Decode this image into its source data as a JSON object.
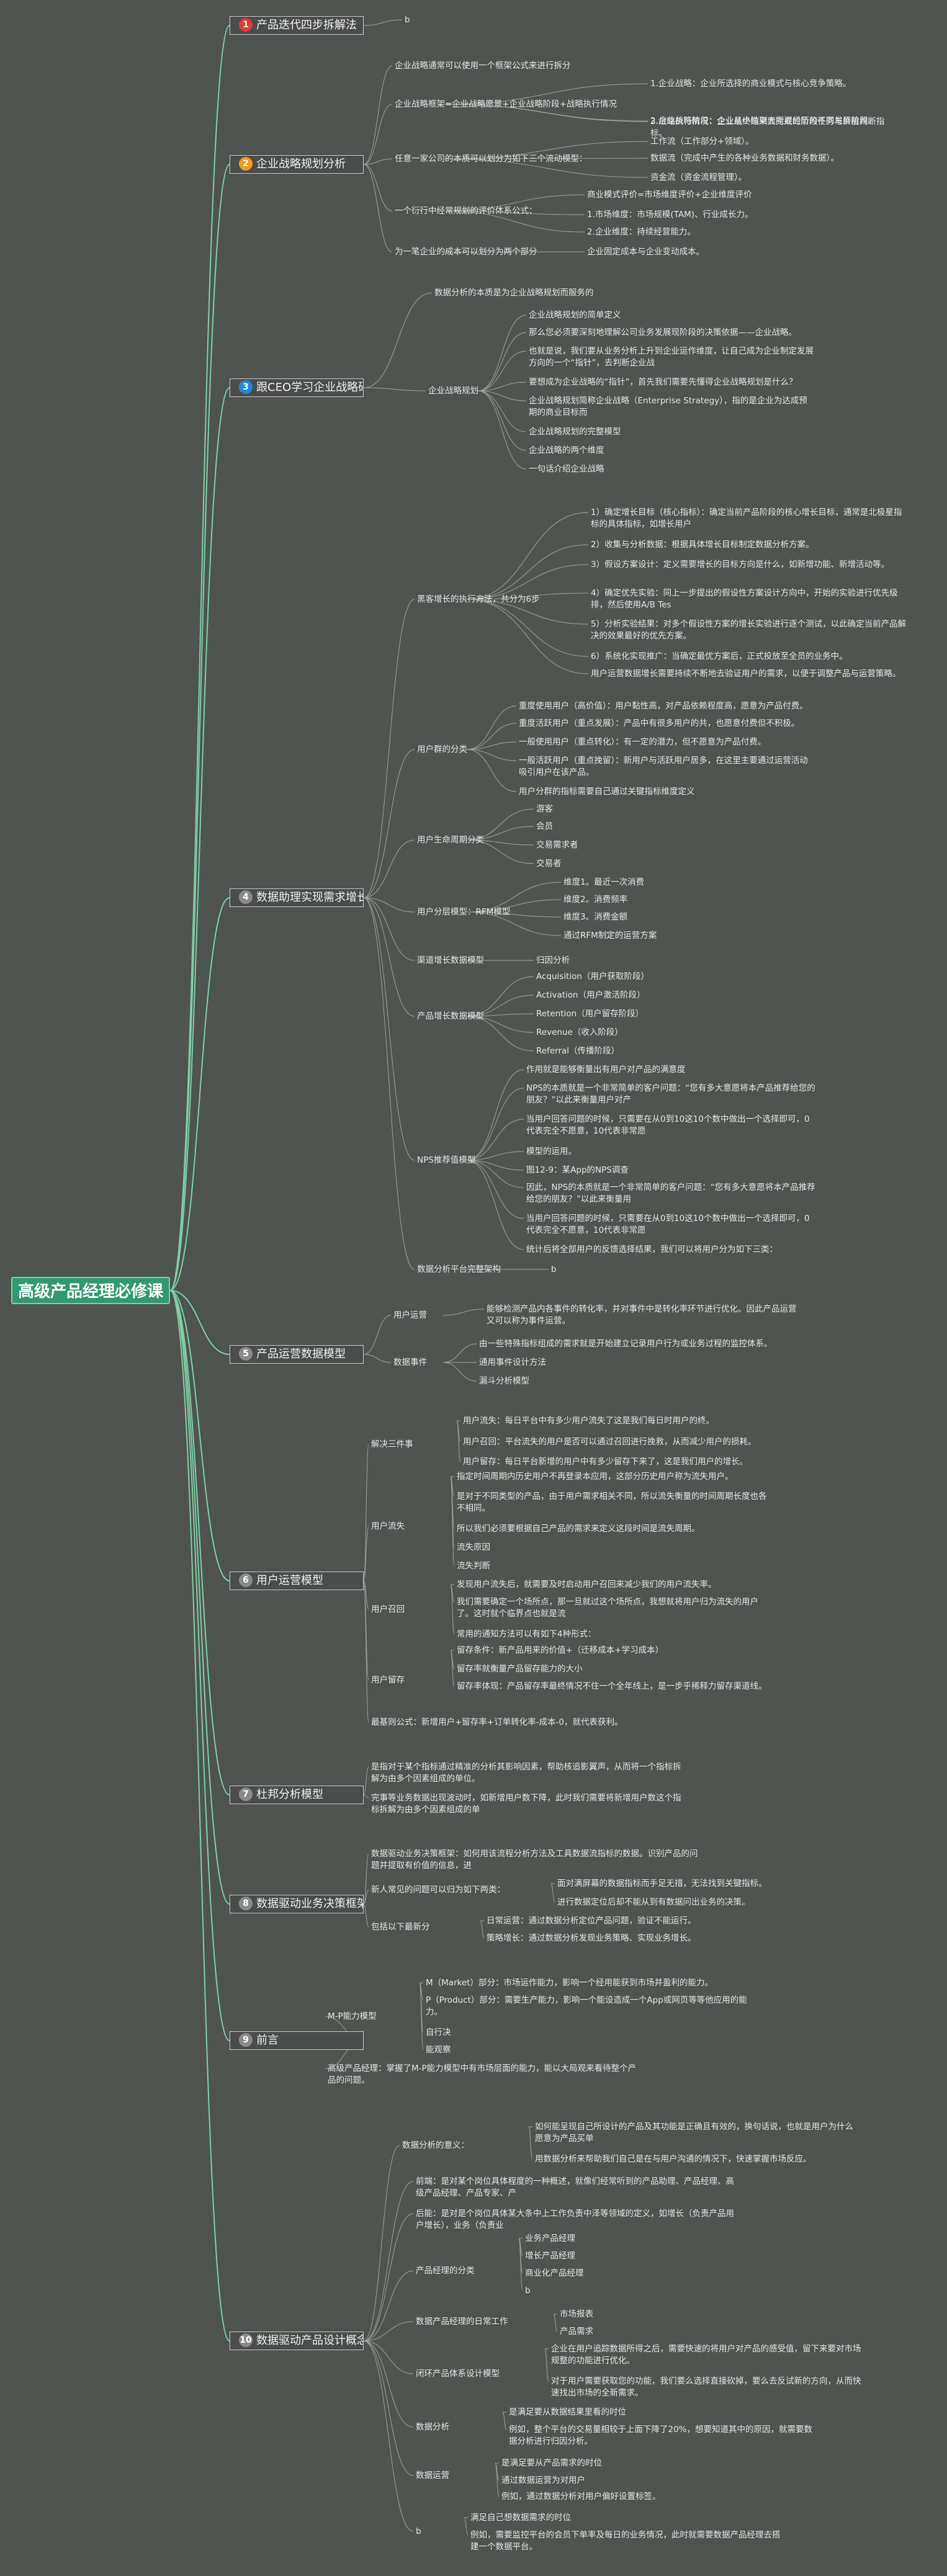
{
  "root": "高级产品经理必修课",
  "branches": [
    {
      "num": "1",
      "label": "产品迭代四步拆解法",
      "color": "#e53935"
    },
    {
      "num": "2",
      "label": "企业战略规划分析",
      "color": "#f39c12"
    },
    {
      "num": "3",
      "label": "跟CEO学习企业战略研判",
      "color": "#1e88e5"
    },
    {
      "num": "4",
      "label": "数据助理实现需求增长",
      "color": "#8a8a8a"
    },
    {
      "num": "5",
      "label": "产品运营数据模型",
      "color": "#8a8a8a"
    },
    {
      "num": "6",
      "label": "用户运营模型",
      "color": "#8a8a8a"
    },
    {
      "num": "7",
      "label": "杜邦分析模型",
      "color": "#8a8a8a"
    },
    {
      "num": "8",
      "label": "数据驱动业务决策框架",
      "color": "#8a8a8a"
    },
    {
      "num": "9",
      "label": "前言",
      "color": "#8a8a8a"
    },
    {
      "num": "10",
      "label": "数据驱动产品设计概念",
      "color": "#8a8a8a"
    }
  ],
  "nodes": [
    {
      "t": "b"
    },
    {
      "t": "企业战略通常可以使用一个框架公式来进行拆分"
    },
    {
      "t": "企业战略框架=企业战略愿景+企业战略阶段+战略执行情况"
    },
    {
      "t": "1.企业战略：企业所选择的商业模式与核心竞争策略。"
    },
    {
      "t": "2.企业战略阶段：企业从小微到大所要经历的不同发展阶段。"
    },
    {
      "t": "3.战略执行情况：企业最终结果要完成的阶段任务与价值判断指标。"
    },
    {
      "t": "任意一家公司的本质可以划分为如下三个流动模型："
    },
    {
      "t": "工作流（工作部分+领域）。"
    },
    {
      "t": "数据流（完成中产生的各种业务数据和财务数据）。"
    },
    {
      "t": "资金流（资金流程管理）。"
    },
    {
      "t": "一个衍行中经常规划的评价体系公式："
    },
    {
      "t": "商业模式评价=市场维度评价+企业维度评价"
    },
    {
      "t": "1.市场维度：市场规模(TAM)、行业成长力。"
    },
    {
      "t": "2.企业维度：持续经营能力。"
    },
    {
      "t": "为一笔企业的成本可以划分为两个部分"
    },
    {
      "t": "企业固定成本与企业变动成本。"
    },
    {
      "t": "数据分析的本质是为企业战略规划而服务的"
    },
    {
      "t": "企业战略规划"
    },
    {
      "t": "企业战略规划的简单定义"
    },
    {
      "t": "那么您必须要深刻地理解公司业务发展现阶段的决策依据——企业战略。"
    },
    {
      "t": "也就是说，我们要从业务分析上升到企业运作维度，让自己成为企业制定发展方向的一个“指针”，去判断企业战"
    },
    {
      "t": "要想成为企业战略的“指针”，首先我们需要先懂得企业战略规划是什么？"
    },
    {
      "t": "企业战略规划简称企业战略（Enterprise Strategy），指的是企业为达成预期的商业目标而"
    },
    {
      "t": "企业战略规划的完整模型"
    },
    {
      "t": "企业战略的两个维度"
    },
    {
      "t": "一句话介绍企业战略"
    },
    {
      "t": "黑客增长的执行方法，共分为6步"
    },
    {
      "t": "1）确定增长目标（核心指标）：确定当前产品阶段的核心增长目标，通常是北极星指标的具体指标，如增长用户"
    },
    {
      "t": "2）收集与分析数据：根据具体增长目标制定数据分析方案。"
    },
    {
      "t": "3）假设方案设计：定义需要增长的目标方向是什么，如新增功能、新增活动等。"
    },
    {
      "t": "4）确定优先实验：同上一步提出的假设性方案设计方向中，开始的实验进行优先级排，然后使用A/B Tes"
    },
    {
      "t": "5）分析实验结果：对多个假设性方案的增长实验进行逐个测试，以此确定当前产品解决的效果最好的优先方案。"
    },
    {
      "t": "6）系统化实现推广：当确定最优方案后，正式投放至全员的业务中。"
    },
    {
      "t": "用户运营数据增长需要持续不断地去验证用户的需求，以便于调整产品与运营策略。"
    },
    {
      "t": "用户群的分类"
    },
    {
      "t": "重度使用用户（高价值）：用户黏性高，对产品依赖程度高，愿意为产品付费。"
    },
    {
      "t": "重度活跃用户（重点发展）：产品中有很多用户的共，也愿意付费但不积极。"
    },
    {
      "t": "一般使用用户（重点转化）：有一定的潜力，但不愿意为产品付费。"
    },
    {
      "t": "一般活跃用户（重点挽留）：新用户与活跃用户居多，在这里主要通过运营活动吸引用户在该产品。"
    },
    {
      "t": "用户分群的指标需要自己通过关键指标维度定义"
    },
    {
      "t": "用户生命周期分类"
    },
    {
      "t": "游客"
    },
    {
      "t": "会员"
    },
    {
      "t": "交易需求者"
    },
    {
      "t": "交易者"
    },
    {
      "t": "用户分层模型：RFM模型"
    },
    {
      "t": "维度1。最近一次消费"
    },
    {
      "t": "维度2。消费频率"
    },
    {
      "t": "维度3。消费金额"
    },
    {
      "t": "通过RFM制定的运营方案"
    },
    {
      "t": "渠道增长数据模型"
    },
    {
      "t": "归因分析"
    },
    {
      "t": "产品增长数据模型"
    },
    {
      "t": "Acquisition（用户获取阶段）"
    },
    {
      "t": "Activation（用户激活阶段）"
    },
    {
      "t": "Retention（用户留存阶段）"
    },
    {
      "t": "Revenue（收入阶段）"
    },
    {
      "t": "Referral（传播阶段）"
    },
    {
      "t": "NPS推荐值模型"
    },
    {
      "t": "作用就是能够衡量出有用户对产品的满意度"
    },
    {
      "t": "NPS的本质就是一个非常简单的客户问题：“您有多大意愿将本产品推荐给您的朋友？”以此来衡量用户对产"
    },
    {
      "t": "当用户回答问题的时候，只需要在从0到10这10个数中做出一个选择即可，0代表完全不愿意，10代表非常愿"
    },
    {
      "t": "模型的运用。"
    },
    {
      "t": "图12-9：某App的NPS调查"
    },
    {
      "t": "因此，NPS的本质就是一个非常简单的客户问题：“您有多大意愿将本产品推荐给您的朋友？”以此来衡量用"
    },
    {
      "t": "当用户回答问题的时候，只需要在从0到10这10个数中做出一个选择即可，0代表完全不愿意，10代表非常愿"
    },
    {
      "t": "统计后将全部用户的反馈选择结果，我们可以将用户分为如下三类："
    },
    {
      "t": "数据分析平台完整架构"
    },
    {
      "t": "b"
    },
    {
      "t": "用户运营"
    },
    {
      "t": "能够检测产品内各事件的转化率，并对事件中是转化率环节进行优化。因此产品运营又可以称为事件运营。"
    },
    {
      "t": "数据事件"
    },
    {
      "t": "由一些特殊指标组成的需求就是开始建立记录用户行为或业务过程的监控体系。"
    },
    {
      "t": "通用事件设计方法"
    },
    {
      "t": "漏斗分析模型"
    },
    {
      "t": "解决三件事"
    },
    {
      "t": "用户流失：每日平台中有多少用户流失了这是我们每日时用户的终。"
    },
    {
      "t": "用户召回：平台流失的用户是否可以通过召回进行挽救，从而减少用户的损耗。"
    },
    {
      "t": "用户留存：每日平台新增的用户中有多少留存下来了，这是我们用户的增长。"
    },
    {
      "t": "用户流失"
    },
    {
      "t": "指定时间周期内历史用户不再登录本应用，这部分历史用户称为流失用户。"
    },
    {
      "t": "是对于不同类型的产品，由于用户需求相关不同，所以流失衡量的时间周期长度也各不相同。"
    },
    {
      "t": "所以我们必须要根据自己产品的需求来定义这段时间是流失周期。"
    },
    {
      "t": "流失原因"
    },
    {
      "t": "流失判断"
    },
    {
      "t": "用户召回"
    },
    {
      "t": "发现用户流失后，就需要及时启动用户召回来减少我们的用户流失率。"
    },
    {
      "t": "我们需要确定一个场所点，那一旦就过这个场所点，我想就将用户归为流失的用户了。这时就个临界点也就是流"
    },
    {
      "t": "常用的通知方法可以有如下4种形式："
    },
    {
      "t": "用户留存"
    },
    {
      "t": "留存条件：新产品用来的价值+（迁移成本+学习成本）"
    },
    {
      "t": "留存率就衡量产品留存能力的大小"
    },
    {
      "t": "留存率体现：产品留存率最终情况不住一个全年线上，是一步乎稀释力留存渠道线。"
    },
    {
      "t": "最基则公式：新增用户+留存率+订单转化率-成本-0，就代表获利。"
    },
    {
      "t": "是指对于某个指标通过精准的分析其影响因素，帮助核追影翼声，从而将一个指标拆解为由多个因素组成的单位。"
    },
    {
      "t": "完事等业务数据出现波动时，如新增用户数下降，此时我们需要将新增用户数这个指标拆解为由多个因素组成的单"
    },
    {
      "t": "数据驱动业务决策框架：如何用该流程分析方法及工具数据流指标的数据。识别产品的问题并提取有价值的信息，进"
    },
    {
      "t": "新人常见的问题可以归为如下两类："
    },
    {
      "t": "面对满屏幕的数据指标而手足无措，无法找到关键指标。"
    },
    {
      "t": "进行数据定位后却不能从到有数据问出业务的决策。"
    },
    {
      "t": "包括以下最新分"
    },
    {
      "t": "日常运营：通过数据分析定位产品问题，验证不能运行。"
    },
    {
      "t": "策略增长：通过数据分析发现业务策略、实现业务增长。"
    },
    {
      "t": "M-P能力模型"
    },
    {
      "t": "M（Market）部分：市场运作能力，影响一个经用能获到市场并盈利的能力。"
    },
    {
      "t": "P（Product）部分：需要生产能力，影响一个能设造成一个App或网页等等他应用的能力。"
    },
    {
      "t": "自行决"
    },
    {
      "t": "能观察"
    },
    {
      "t": "高级产品经理：掌握了M-P能力模型中有市场层面的能力，能以大局观来看待整个产品的问题。"
    },
    {
      "t": "数据分析的意义："
    },
    {
      "t": "如何能呈现自己所设计的产品及其功能是正确且有效的，换句话说，也就是用户为什么愿意为产品买单"
    },
    {
      "t": "用数据分析来帮助我们自己是在与用户沟通的情况下，快速掌握市场反应。"
    },
    {
      "t": "前端：是对某个岗位具体程度的一种概述，就像们经常听到的产品助理、产品经理、高级产品经理、产品专家、产"
    },
    {
      "t": "后能：是对是个岗位具体某大条中上工作负责中泽等领域的定义，如增长（负责产品用户增长），业务（负责业"
    },
    {
      "t": "产品经理的分类"
    },
    {
      "t": "业务产品经理"
    },
    {
      "t": "增长产品经理"
    },
    {
      "t": "商业化产品经理"
    },
    {
      "t": "b"
    },
    {
      "t": "数据产品经理的日常工作"
    },
    {
      "t": "市场报表"
    },
    {
      "t": "产品需求"
    },
    {
      "t": "闭环产品体系设计模型"
    },
    {
      "t": "企业在用户追踪数据所得之后，需要快速的将用户对产品的感受值，留下来要对市场规整的功能进行优化。"
    },
    {
      "t": "对于用户需要获取您的功能，我们要么选择直接砍掉，要么去反试新的方向，从而快速找出市场的全新需求。"
    },
    {
      "t": "数据分析"
    },
    {
      "t": "是满足要从数据结果里看的时位"
    },
    {
      "t": "例如，整个平台的交易量相较于上面下降了20%，想要知道其中的原因，就需要数据分析进行归因分析。"
    },
    {
      "t": "数据运营"
    },
    {
      "t": "是满足要从产品需求的时位"
    },
    {
      "t": "通过数据运营为对用户"
    },
    {
      "t": "例如，通过数据分析对用户偏好设置标签。"
    },
    {
      "t": "b"
    },
    {
      "t": "满足自己想数据需求的时位"
    },
    {
      "t": "例如，需要监控平台的会员下单率及每日的业务情况，此时就需要数据产品经理去搭建一个数据平台。"
    }
  ]
}
